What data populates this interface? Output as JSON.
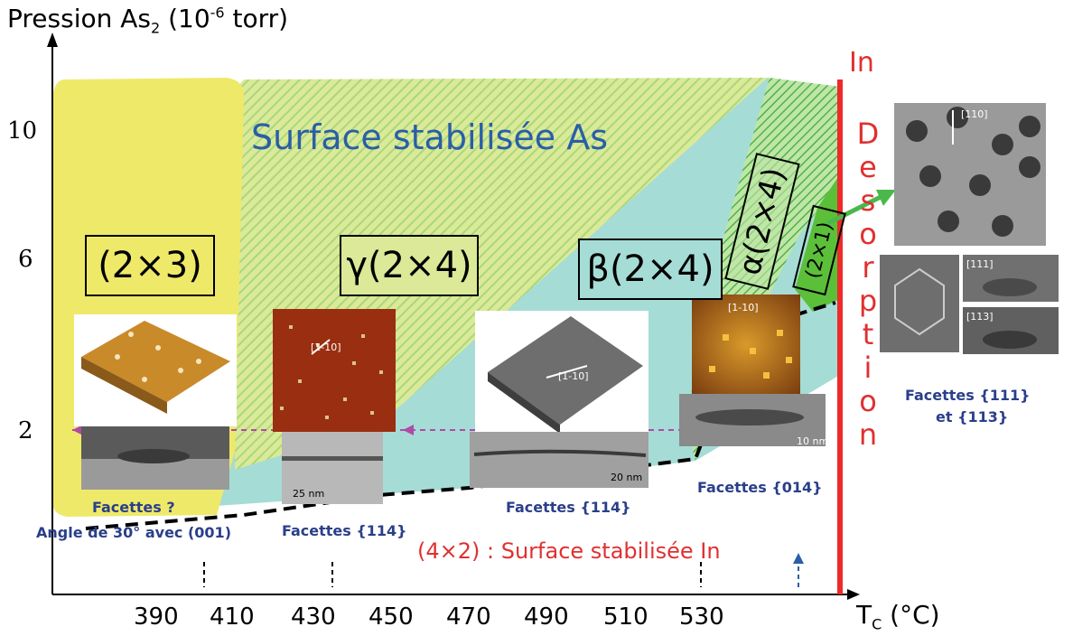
{
  "axis": {
    "y_title_main": "Pression As",
    "y_title_sub": "2",
    "y_title_unit": " (10",
    "y_title_exp": "-6",
    "y_title_end": " torr)",
    "y_ticks": [
      "10",
      "6",
      "2"
    ],
    "x_ticks": [
      "390",
      "410",
      "430",
      "450",
      "470",
      "490",
      "510",
      "530"
    ],
    "x_title_main": "T",
    "x_title_sub": "C",
    "x_title_unit": " (°C)"
  },
  "regions": {
    "as_stabilized": "Surface stabilisée As",
    "in_stabilized": "(4×2) : Surface stabilisée In",
    "in_label": "In",
    "desorption_letters": [
      "D",
      "e",
      "s",
      "o",
      "r",
      "p",
      "t",
      "i",
      "o",
      "n"
    ]
  },
  "phases": {
    "p2x3": "(2×3)",
    "gamma": "γ(2×4)",
    "beta": "β(2×4)",
    "alpha": "α(2×4)",
    "p2x1": "(2×1)"
  },
  "facets": {
    "f1": "Facettes ?",
    "f1b": "Angle de 30° avec (001)",
    "f2": "Facettes {114}",
    "f3": "Facettes {114}",
    "f4": "Facettes {014}",
    "f5a": "Facettes {111}",
    "f5b": "et {113}"
  },
  "image_labels": {
    "dir_110": "[110]",
    "dir_1m10": "[1-10]",
    "dir_1m10b": "[1-10]",
    "dir_1m10c": "[1-10]",
    "scale_25": "25 nm",
    "scale_20": "20 nm",
    "scale_10": "10 nm",
    "dir_111": "[111]",
    "dir_113": "[113]"
  },
  "colors": {
    "yellow": "#efe96a",
    "cyan": "#a6dcd6",
    "green_hatch": "#8fcf6a",
    "green_solid": "#5cbf3a",
    "red_line": "#ee2a2a",
    "blue_text": "#2a5ea8"
  }
}
